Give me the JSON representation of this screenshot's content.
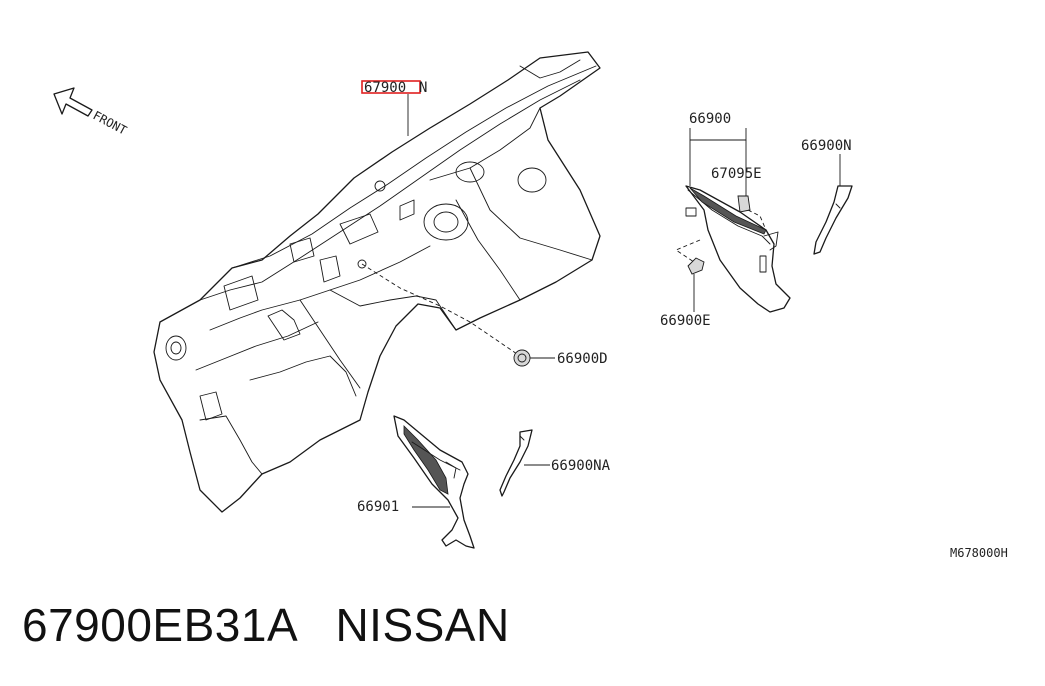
{
  "front_label": "FRONT",
  "callouts": {
    "main_highlighted": "67900",
    "main_suffix": "N",
    "p66900": "66900",
    "p67095E": "67095E",
    "p66900N": "66900N",
    "p66900E": "66900E",
    "p66900D": "66900D",
    "p66900NA": "66900NA",
    "p66901": "66901"
  },
  "reference_code": "M678000H",
  "footer": {
    "part_number": "67900EB31A",
    "brand": "NISSAN"
  },
  "colors": {
    "highlight_box": "#e02020",
    "line": "#1a1a1a"
  }
}
